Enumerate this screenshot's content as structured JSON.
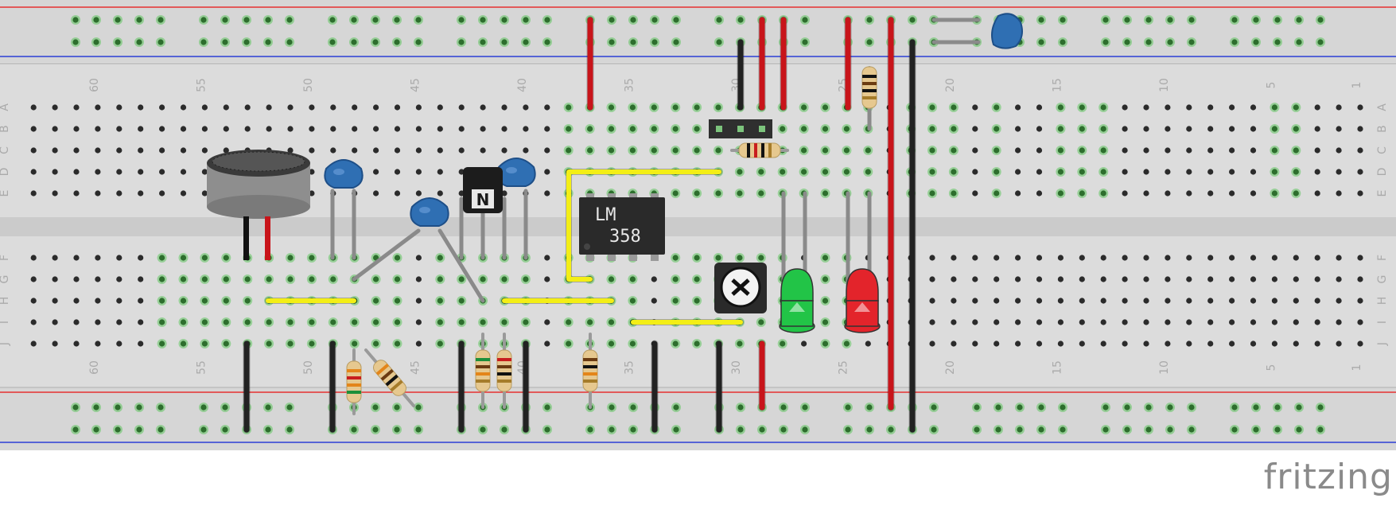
{
  "app": {
    "brand": "fritzing"
  },
  "breadboard": {
    "column_numbers": [
      "60",
      "55",
      "50",
      "45",
      "40",
      "35",
      "30",
      "25",
      "20",
      "15",
      "10",
      "5",
      "1"
    ],
    "row_letters_top": [
      "A",
      "B",
      "C",
      "D",
      "E"
    ],
    "row_letters_bottom": [
      "F",
      "G",
      "H",
      "I",
      "J"
    ]
  },
  "components": {
    "op_amp": {
      "line1": "LM",
      "line2": "358"
    },
    "transistor": {
      "marking": "N"
    },
    "led_colors": {
      "green": "#22c447",
      "red": "#e3242b"
    },
    "wire_colors": {
      "red": "#c8141a",
      "black": "#222222",
      "yellow": "#f3ee16",
      "gray": "#8a8a8a"
    },
    "capacitor_color": "#2f6fb3"
  },
  "colors": {
    "board": "#dcdcdc",
    "hole": "#2b2b2b",
    "connected_hole": "#5ec45e",
    "rail_red": "#e53030",
    "rail_blue": "#2c3fd6"
  }
}
